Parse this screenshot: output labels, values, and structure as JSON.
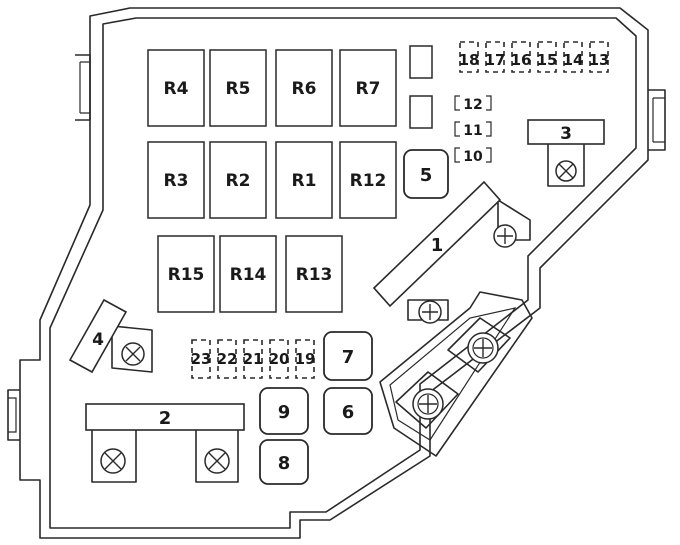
{
  "relays": [
    {
      "id": "r4",
      "label": "R4"
    },
    {
      "id": "r5",
      "label": "R5"
    },
    {
      "id": "r6",
      "label": "R6"
    },
    {
      "id": "r7",
      "label": "R7"
    },
    {
      "id": "r3",
      "label": "R3"
    },
    {
      "id": "r2",
      "label": "R2"
    },
    {
      "id": "r1",
      "label": "R1"
    },
    {
      "id": "r12",
      "label": "R12"
    },
    {
      "id": "r15",
      "label": "R15"
    },
    {
      "id": "r14",
      "label": "R14"
    },
    {
      "id": "r13",
      "label": "R13"
    }
  ],
  "fuses": [
    {
      "id": "5",
      "label": "5"
    },
    {
      "id": "7",
      "label": "7"
    },
    {
      "id": "9",
      "label": "9"
    },
    {
      "id": "6",
      "label": "6"
    },
    {
      "id": "8",
      "label": "8"
    }
  ],
  "top_mini_fuses": [
    "18",
    "17",
    "16",
    "15",
    "14",
    "13"
  ],
  "bottom_mini_fuses": [
    "23",
    "22",
    "21",
    "20",
    "19"
  ],
  "side_mini_fuses": [
    "12",
    "11",
    "10"
  ],
  "main_fuses": [
    {
      "id": "1",
      "label": "1"
    },
    {
      "id": "2",
      "label": "2"
    },
    {
      "id": "3",
      "label": "3"
    },
    {
      "id": "4",
      "label": "4"
    }
  ]
}
